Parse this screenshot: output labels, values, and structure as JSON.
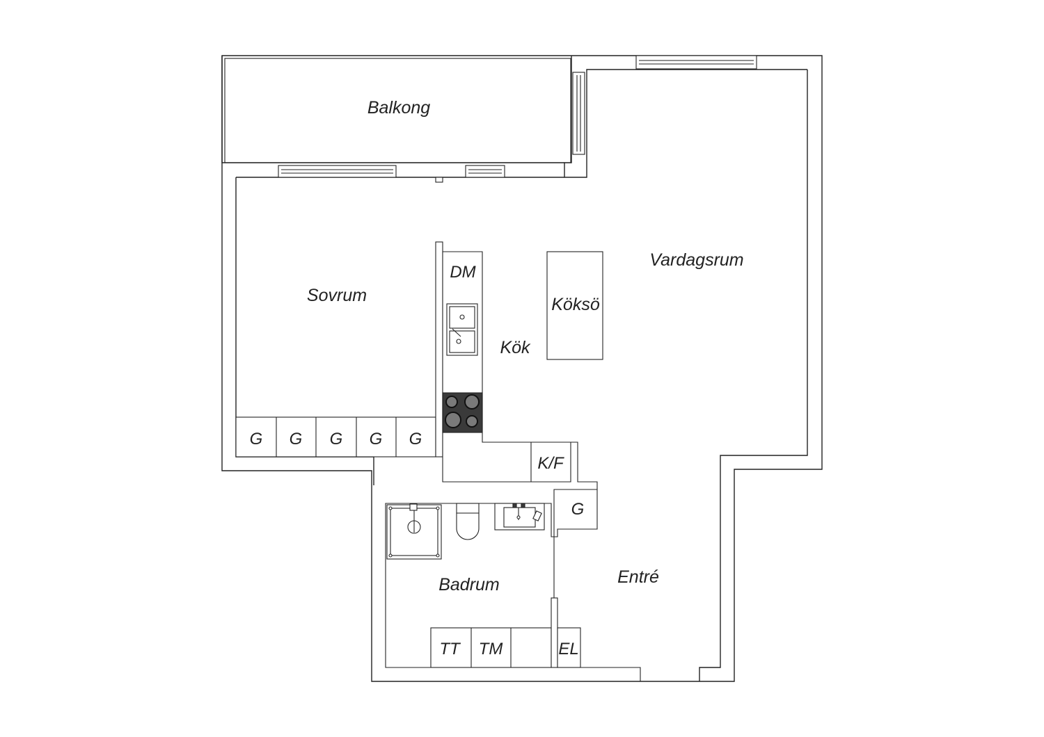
{
  "rooms": {
    "balcony": "Balkong",
    "bedroom": "Sovrum",
    "living_room": "Vardagsrum",
    "kitchen": "Kök",
    "kitchen_island": "Köksö",
    "bathroom": "Badrum",
    "hall": "Entré"
  },
  "fixtures": {
    "dishwasher": "DM",
    "fridge_freezer": "K/F",
    "hall_wardrobe": "G",
    "tumble_dryer": "TT",
    "washing_machine": "TM",
    "electrical_cabinet": "EL"
  },
  "wardrobes": [
    "G",
    "G",
    "G",
    "G",
    "G"
  ]
}
